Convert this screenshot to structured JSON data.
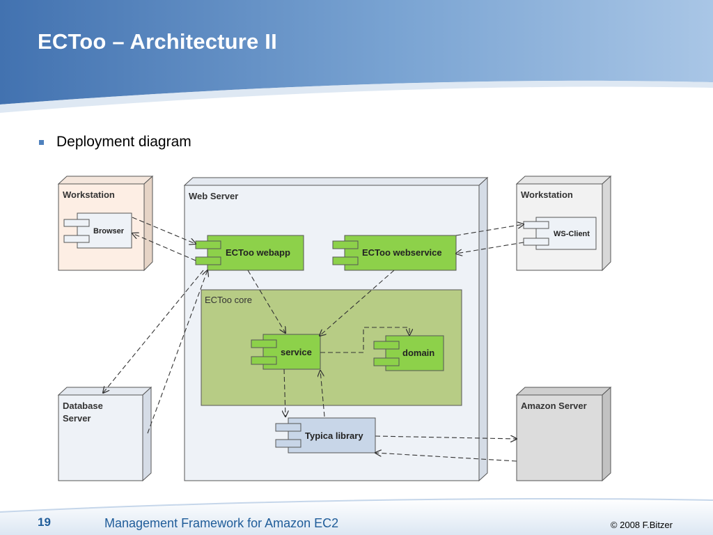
{
  "slide": {
    "title": "ECToo – Architecture II",
    "bullet": "Deployment diagram"
  },
  "diagram": {
    "nodes": {
      "workstation_left": "Workstation",
      "web_server": "Web Server",
      "workstation_right": "Workstation",
      "database_server_line1": "Database",
      "database_server_line2": "Server",
      "amazon_server": "Amazon Server"
    },
    "package": {
      "ectoo_core": "ECToo core"
    },
    "components": {
      "browser": "Browser",
      "ectoo_webapp": "ECToo webapp",
      "ectoo_webservice": "ECToo webservice",
      "ws_client": "WS-Client",
      "service": "service",
      "domain": "domain",
      "typica_library": "Typica library"
    }
  },
  "footer": {
    "page_number": "19",
    "title": "Management Framework for Amazon EC2",
    "copyright": "© 2008 F.Bitzer"
  },
  "colors": {
    "header_blue": "#4a7ab5",
    "workstation_left_fill": "#fdeee4",
    "web_server_fill": "#eef2f7",
    "workstation_right_fill": "#f2f2f2",
    "database_fill": "#eef2f7",
    "amazon_fill": "#dcdcdc",
    "core_fill": "#b7cc85",
    "component_green": "#8dd14a",
    "component_blue": "#c8d6e8",
    "footer_text": "#1f5c99"
  }
}
